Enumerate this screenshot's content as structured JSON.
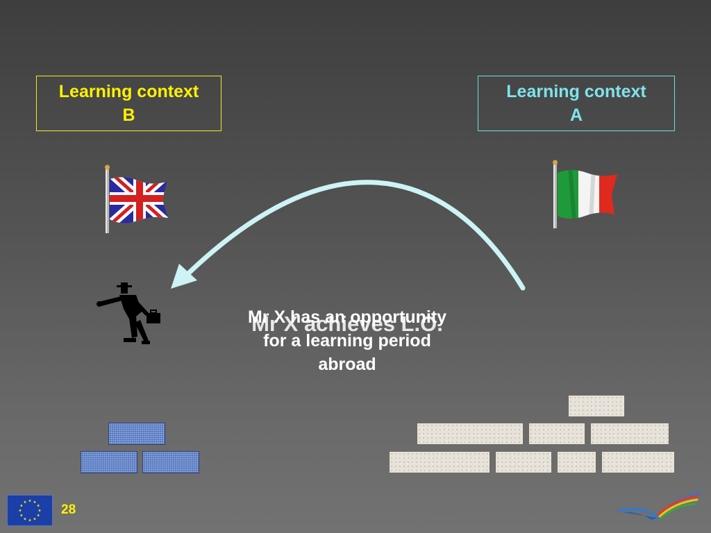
{
  "contexts": {
    "b": {
      "line1": "Learning context",
      "line2": "B",
      "border_color": "#f2ea2a",
      "text_color": "#fff200"
    },
    "a": {
      "line1": "Learning context",
      "line2": "A",
      "border_color": "#6ee0e4",
      "text_color": "#7fe3ec"
    }
  },
  "captions": {
    "opportunity": [
      "Mr X has an opportunity",
      "for a learning period",
      "abroad"
    ],
    "achieves": "Mr X achieves L.O."
  },
  "icons": {
    "flag_b": "uk-flag-icon",
    "flag_a": "italy-flag-icon",
    "person": "person-with-briefcase-icon",
    "arrow": "curved-arrow-icon",
    "eu": "eu-flag-icon",
    "logo": "swoosh-logo-icon"
  },
  "colors": {
    "arrow": "#cdf3f5",
    "brick_blue": "#6c8ed2",
    "brick_stone": "#e7e2d9",
    "page_number": "#fff200"
  },
  "footer": {
    "page_number": "28"
  }
}
